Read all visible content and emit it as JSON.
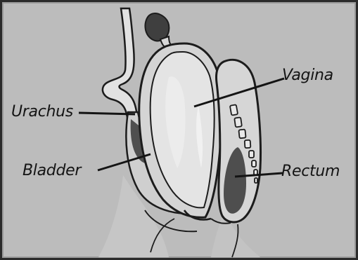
{
  "figure": {
    "labels": {
      "vagina": "Vagina",
      "urachus": "Urachus",
      "bladder": "Bladder",
      "rectum": "Rectum"
    }
  },
  "colors": {
    "background": "#bdbdbd",
    "frame": "#2a2a2a",
    "tissue_light": "#d9d9d9",
    "lumen_dark": "#555555",
    "outline": "#1c1c1c"
  }
}
